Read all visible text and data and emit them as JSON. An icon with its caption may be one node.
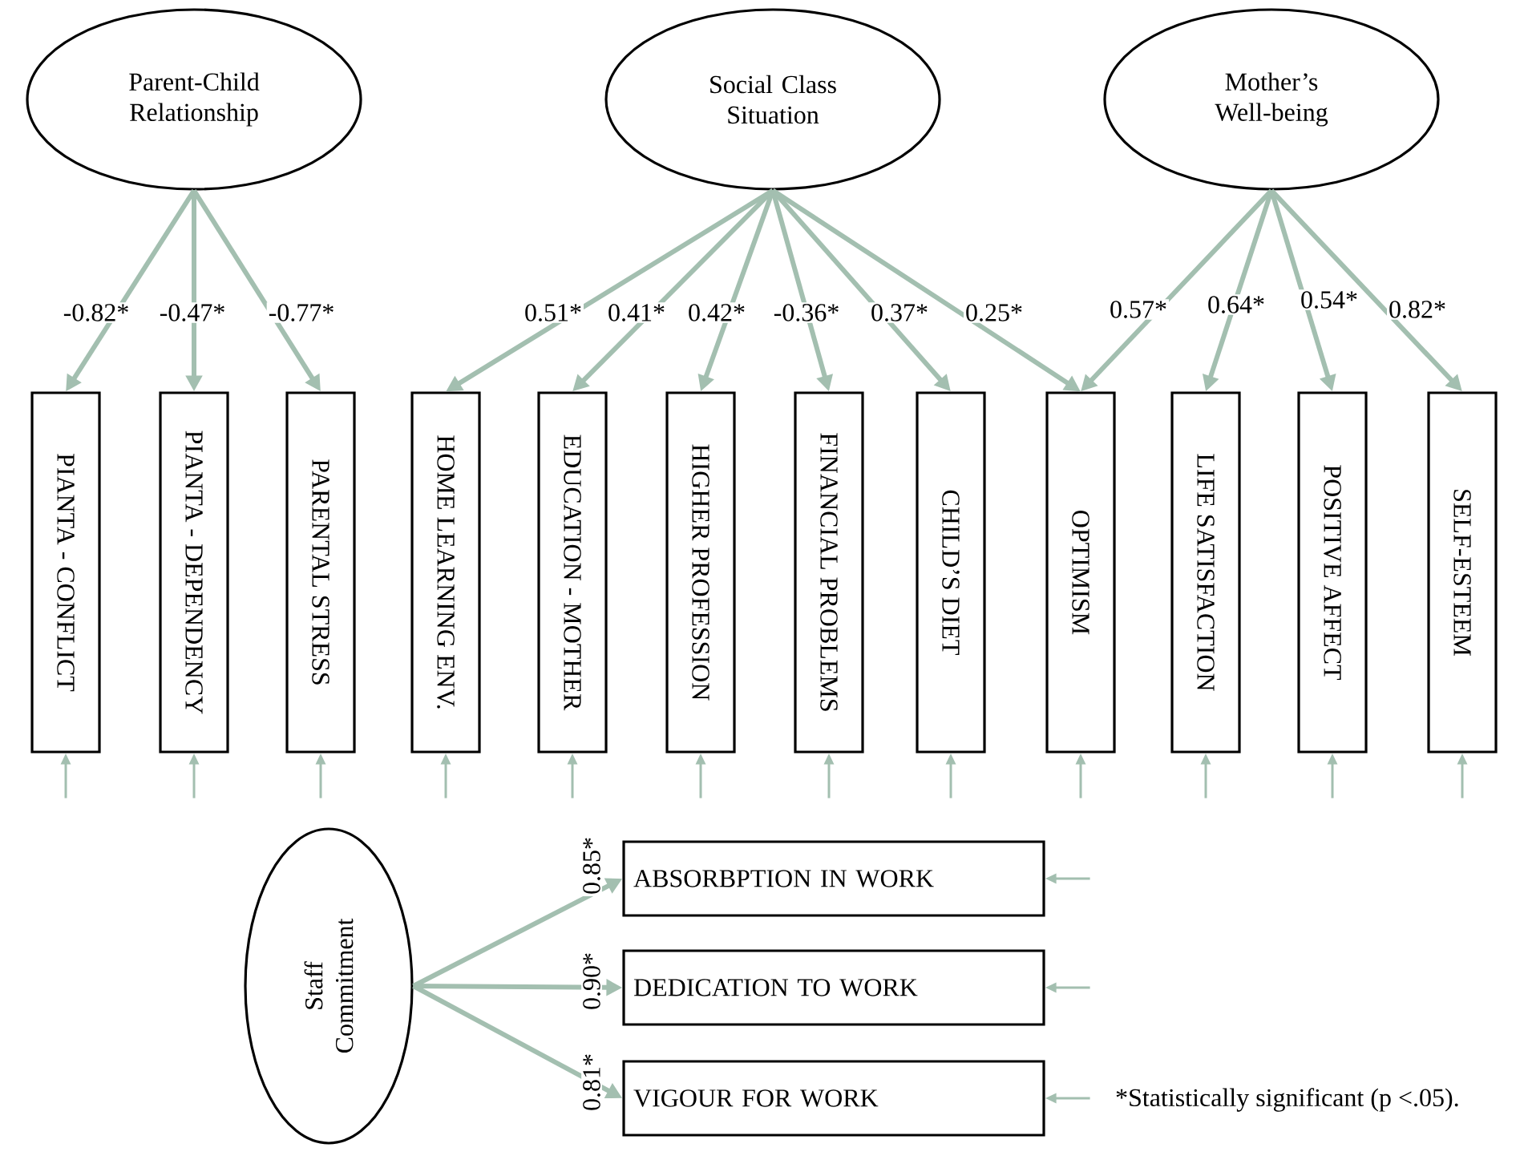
{
  "diagram": {
    "nodes": [
      {
        "text": [
          "Parent-Child Relationship"
        ]
      },
      {
        "text": [
          "Social Class Situation"
        ]
      },
      {
        "text": [
          "Mother’s Well-being"
        ]
      },
      {
        "text": [
          "PIANTA - CONFLICT"
        ]
      },
      {
        "text": [
          "PIANTA - DEPENDENCY"
        ]
      },
      {
        "text": [
          "PARENTAL STRESS"
        ]
      },
      {
        "text": [
          "HOME LEARNING ENV."
        ]
      },
      {
        "text": [
          "EDUCATION - MOTHER"
        ]
      },
      {
        "text": [
          "HIGHER PROFESSION"
        ]
      },
      {
        "text": [
          "FINANCIAL PROBLEMS"
        ]
      },
      {
        "text": [
          "CHILD’S DIET"
        ]
      },
      {
        "text": [
          "OPTIMISM"
        ]
      },
      {
        "text": [
          "LIFE SATISFACTION"
        ]
      },
      {
        "text": [
          "POSITIVE AFFECT"
        ]
      },
      {
        "text": [
          "SELF-ESTEEM"
        ]
      },
      {
        "text": [
          "Staff Commitment"
        ]
      },
      {
        "text": [
          "ABSORBPTION IN WORK"
        ]
      },
      {
        "text": [
          "DEDICATION TO WORK"
        ]
      },
      {
        "text": [
          "VIGOUR FOR WORK"
        ]
      }
    ],
    "edges": [
      {
        "from": 0,
        "to": 3,
        "arrow": "to",
        "label": "-0.82*"
      },
      {
        "from": 0,
        "to": 4,
        "arrow": "to",
        "label": "-0.47*"
      },
      {
        "from": 0,
        "to": 5,
        "arrow": "to",
        "label": "-0.77*"
      },
      {
        "from": 1,
        "to": 6,
        "arrow": "to",
        "label": "0.51*"
      },
      {
        "from": 1,
        "to": 7,
        "arrow": "to",
        "label": "0.41*"
      },
      {
        "from": 1,
        "to": 8,
        "arrow": "to",
        "label": "0.42*"
      },
      {
        "from": 1,
        "to": 9,
        "arrow": "to",
        "label": "-0.36*"
      },
      {
        "from": 1,
        "to": 10,
        "arrow": "to",
        "label": "0.37*"
      },
      {
        "from": 1,
        "to": 11,
        "arrow": "to",
        "label": "0.25*"
      },
      {
        "from": 2,
        "to": 11,
        "arrow": "to",
        "label": "0.57*"
      },
      {
        "from": 2,
        "to": 12,
        "arrow": "to",
        "label": "0.64*"
      },
      {
        "from": 2,
        "to": 13,
        "arrow": "to",
        "label": "0.54*"
      },
      {
        "from": 2,
        "to": 14,
        "arrow": "to",
        "label": "0.82*"
      },
      {
        "from": 15,
        "to": 16,
        "arrow": "to",
        "label": "0.85*"
      },
      {
        "from": 15,
        "to": 17,
        "arrow": "to",
        "label": "0.90*"
      },
      {
        "from": 15,
        "to": 18,
        "arrow": "to",
        "label": "0.81*"
      },
      {
        "from": null,
        "to": 3,
        "arrow": "to"
      },
      {
        "from": null,
        "to": 4,
        "arrow": "to"
      },
      {
        "from": null,
        "to": 5,
        "arrow": "to"
      },
      {
        "from": null,
        "to": 6,
        "arrow": "to"
      },
      {
        "from": null,
        "to": 7,
        "arrow": "to"
      },
      {
        "from": null,
        "to": 8,
        "arrow": "to"
      },
      {
        "from": null,
        "to": 9,
        "arrow": "to"
      },
      {
        "from": null,
        "to": 10,
        "arrow": "to"
      },
      {
        "from": null,
        "to": 11,
        "arrow": "to"
      },
      {
        "from": null,
        "to": 12,
        "arrow": "to"
      },
      {
        "from": null,
        "to": 13,
        "arrow": "to"
      },
      {
        "from": null,
        "to": 14,
        "arrow": "to"
      },
      {
        "from": null,
        "to": 16,
        "arrow": "to"
      },
      {
        "from": null,
        "to": 17,
        "arrow": "to"
      },
      {
        "from": null,
        "to": 18,
        "arrow": "to"
      }
    ],
    "labels": [
      "*Statistically significant (p <.05)."
    ]
  }
}
